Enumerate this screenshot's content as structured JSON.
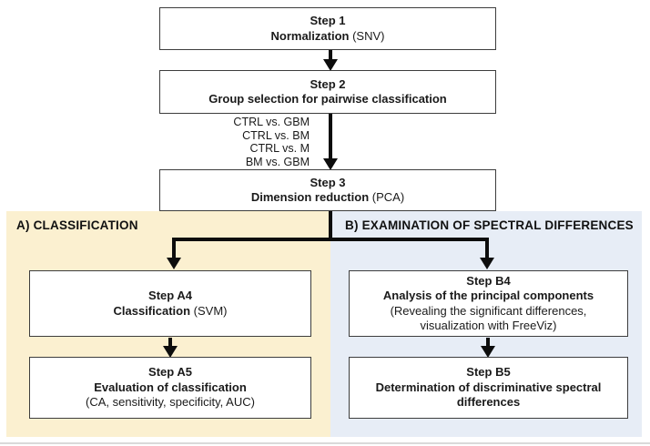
{
  "colors": {
    "panel_a_bg": "#fbf0d0",
    "panel_b_bg": "#e7edf6",
    "box_border": "#3d3d3d",
    "arrow": "#0d0d0d"
  },
  "branches": {
    "a_label": "A) CLASSIFICATION",
    "b_label": "B) EXAMINATION OF SPECTRAL DIFFERENCES"
  },
  "steps": {
    "step1": {
      "title": "Step 1",
      "label_bold": "Normalization",
      "label_paren": "(SNV)"
    },
    "step2": {
      "title": "Step 2",
      "label_bold": "Group selection for pairwise classification"
    },
    "step3": {
      "title": "Step 3",
      "label_bold": "Dimension reduction",
      "label_paren": "(PCA)"
    },
    "stepA4": {
      "title": "Step A4",
      "label_bold": "Classification",
      "label_paren": "(SVM)"
    },
    "stepA5": {
      "title": "Step A5",
      "label_bold": "Evaluation of classification",
      "detail": "(CA, sensitivity, specificity, AUC)"
    },
    "stepB4": {
      "title": "Step B4",
      "label_bold": "Analysis of the principal components",
      "detail_line1": "(Revealing the significant differences,",
      "detail_line2": "visualization with FreeViz)"
    },
    "stepB5": {
      "title": "Step B5",
      "label_bold": "Determination of discriminative spectral differences"
    }
  },
  "comparisons": [
    "CTRL vs. GBM",
    "CTRL vs. BM",
    "CTRL vs. M",
    "BM vs. GBM"
  ]
}
